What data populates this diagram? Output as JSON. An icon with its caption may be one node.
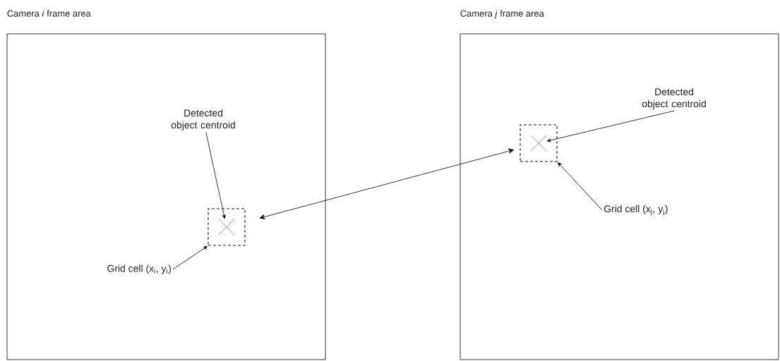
{
  "diagram": {
    "nodes": [
      {
        "text": [
          "Camera *i* frame area"
        ]
      },
      {
        "text": [],
        "shape": "box",
        "in": 0
      },
      {
        "text": [],
        "shape": "cross",
        "in": 1
      },
      {
        "text": [
          "Detected object centroid"
        ],
        "in": 0
      },
      {
        "text": [
          "Grid cell (x$_{i}$, y$_{i}$)"
        ],
        "in": 0
      },
      {
        "text": [
          "Camera *j* frame area"
        ]
      },
      {
        "text": [],
        "shape": "box",
        "in": 5
      },
      {
        "text": [],
        "shape": "cross",
        "in": 6
      },
      {
        "text": [
          "Detected object centroid"
        ],
        "in": 5
      },
      {
        "text": [
          "Grid cell (x$_{j}$, y$_{j}$)"
        ],
        "in": 5
      }
    ],
    "edges": [
      {
        "from": 3,
        "to": 2,
        "arrow": "to"
      },
      {
        "from": 4,
        "to": 1,
        "arrow": "to"
      },
      {
        "from": 1,
        "to": 6,
        "arrow": "both"
      },
      {
        "from": 8,
        "to": 7,
        "arrow": "to"
      },
      {
        "from": 9,
        "to": 6,
        "arrow": "to"
      }
    ]
  }
}
